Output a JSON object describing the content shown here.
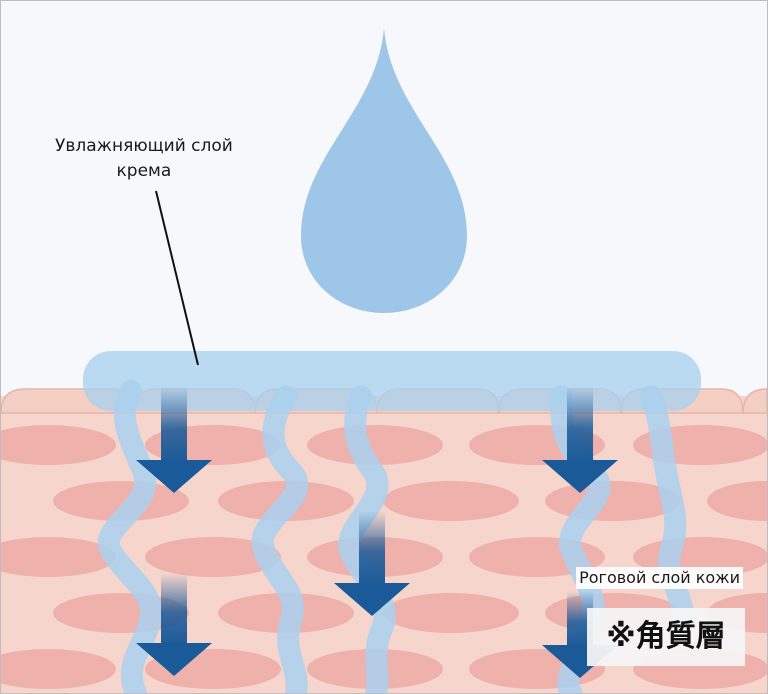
{
  "labels": {
    "cream_layer_line1": "Увлажняющий слой",
    "cream_layer_line2": "крема",
    "stratum_corneum": "Роговой слой кожи",
    "stratum_corneum_jp": "※角質層"
  },
  "colors": {
    "background": "#f6f8fb",
    "skin_base": "#f6d6cc",
    "skin_cell": "#eeb1ac",
    "water": "#9dc6e8",
    "water_channel": "#a9d1ee",
    "arrow": "#1b5a98"
  }
}
